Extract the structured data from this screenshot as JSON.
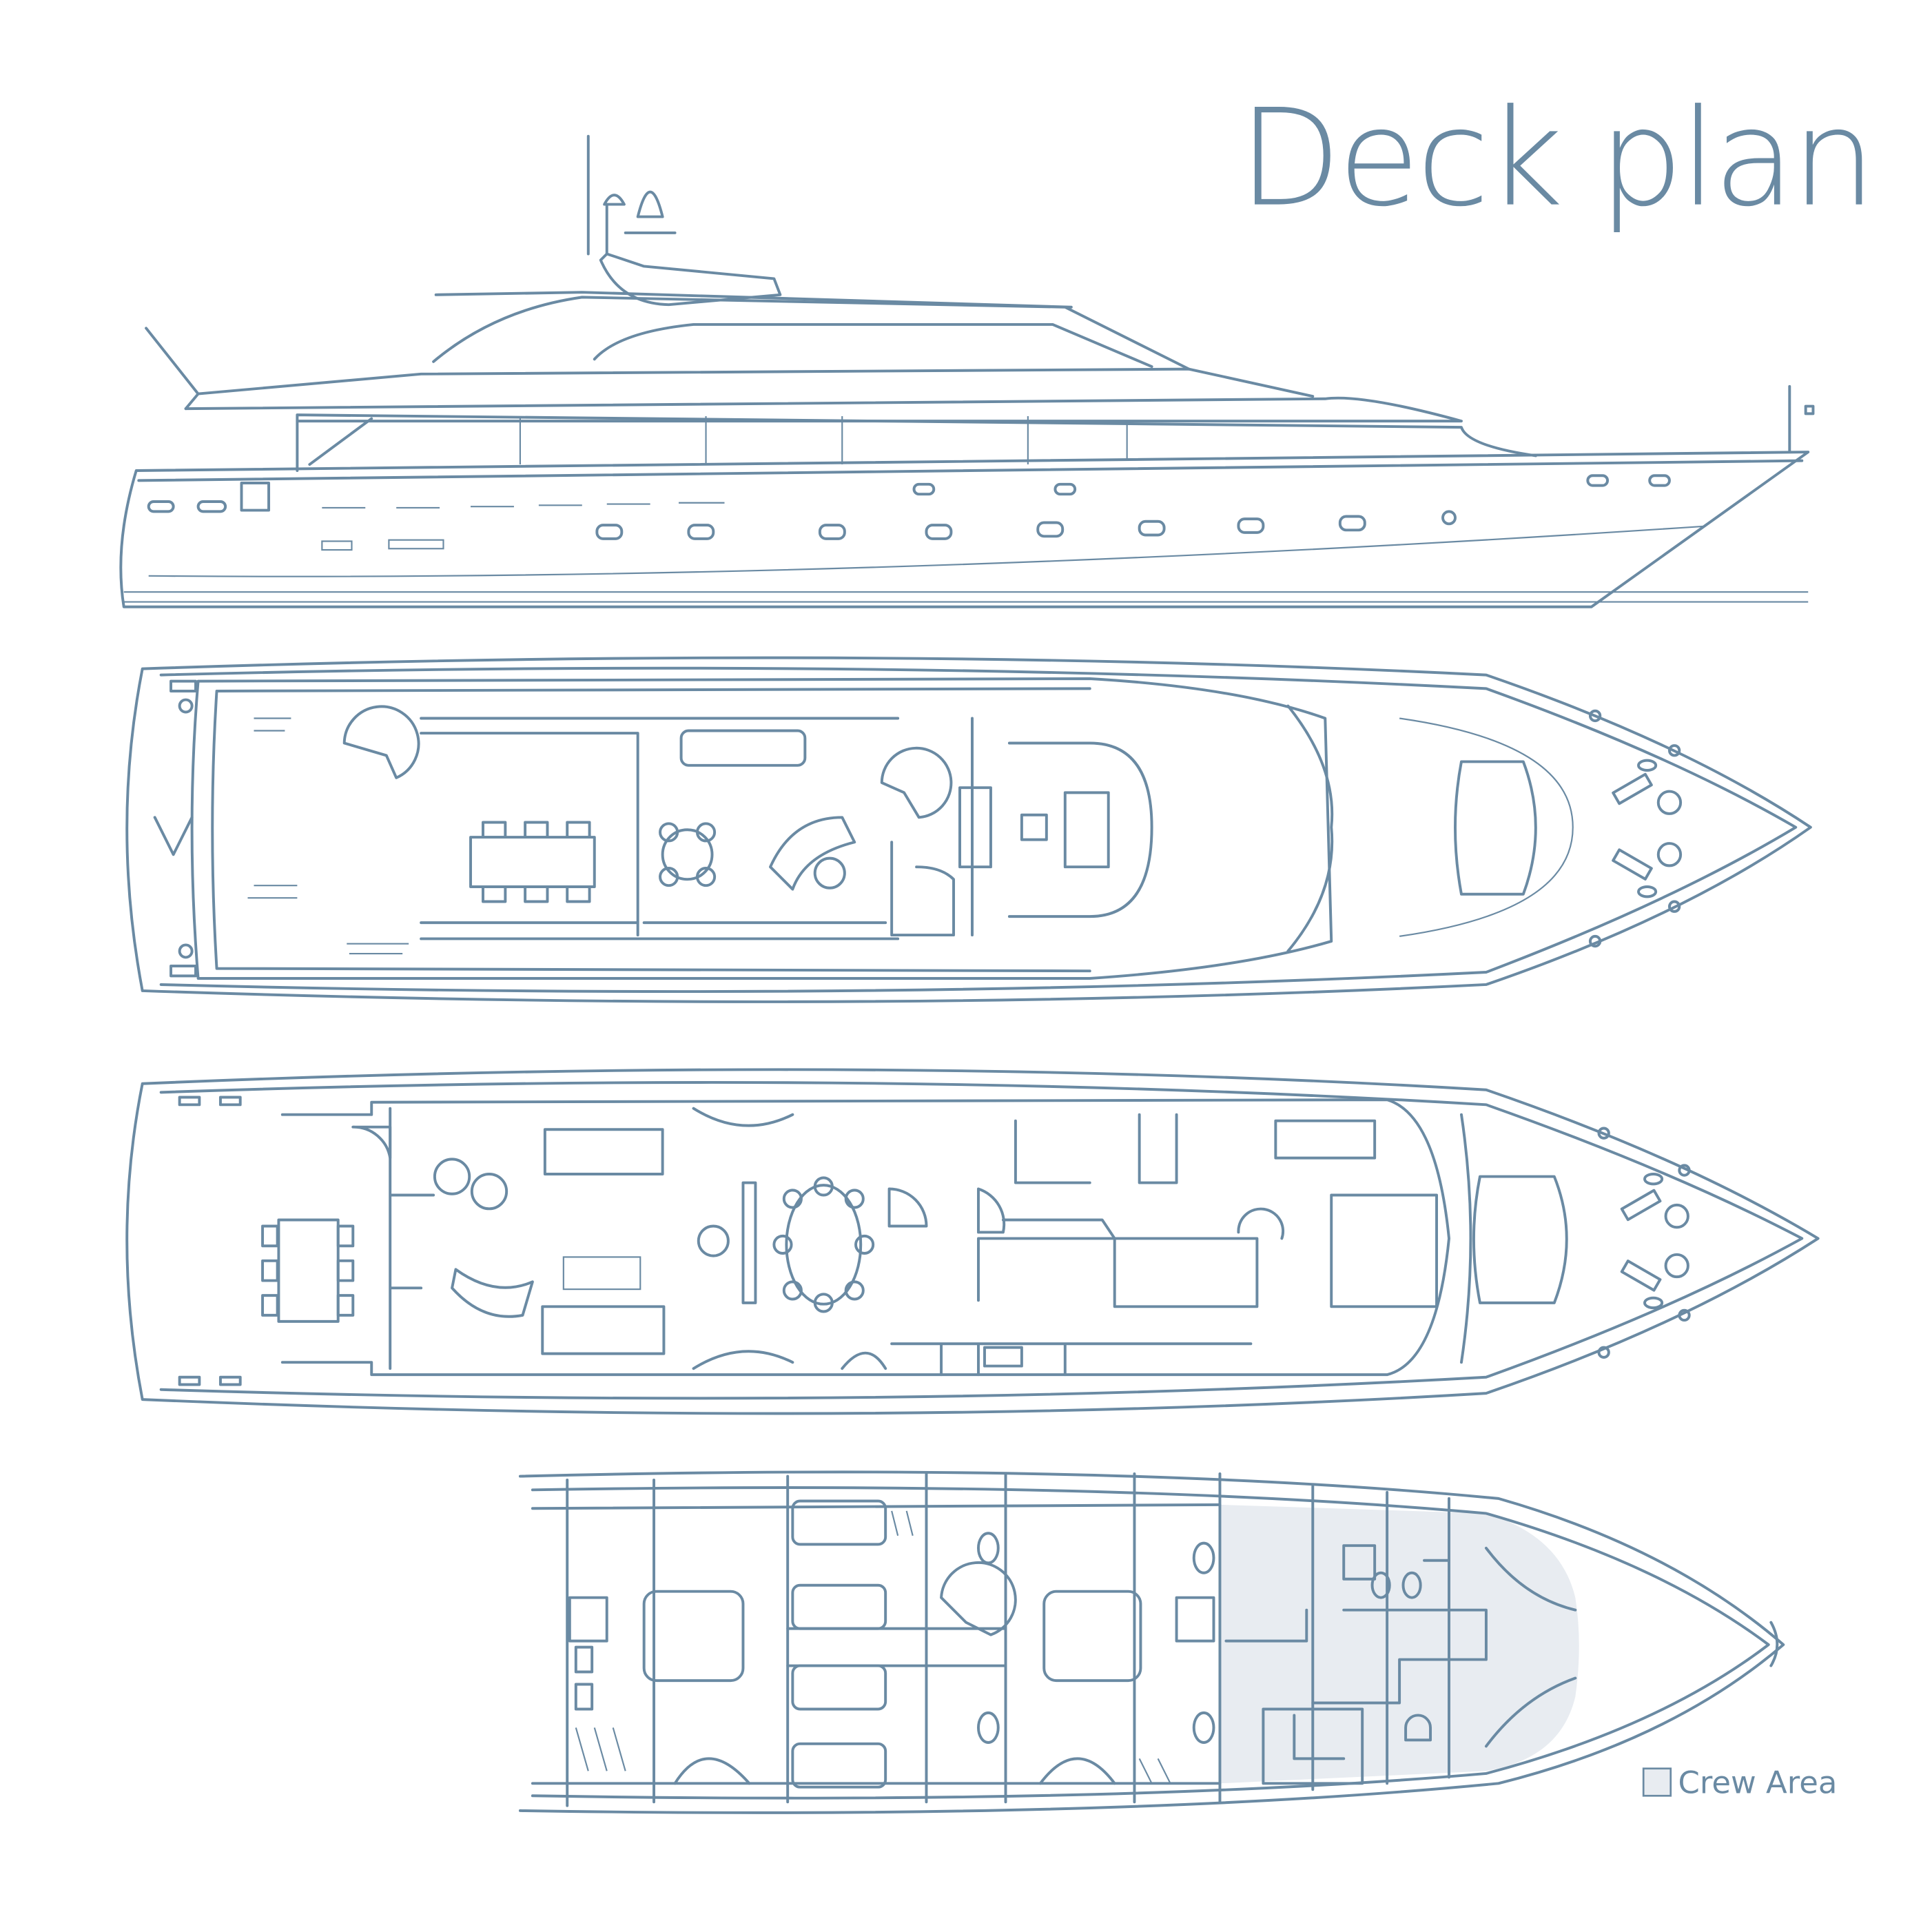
{
  "title": "Deck plan",
  "legend": {
    "items": [
      {
        "label": "Crew Area",
        "swatch_color": "#e8ecf1"
      }
    ]
  },
  "colors": {
    "line": "#6a8aa3",
    "crew_fill": "#e8ecf1",
    "background": "#ffffff"
  },
  "views": [
    "side-profile",
    "upper-deck",
    "main-deck",
    "lower-deck"
  ]
}
